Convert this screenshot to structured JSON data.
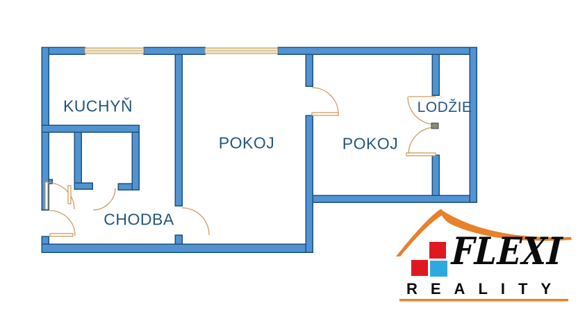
{
  "plan": {
    "type": "floor-plan",
    "rooms": [
      {
        "id": "kuchyn",
        "label": "KUCHYŇ"
      },
      {
        "id": "pokoj1",
        "label": "POKOJ"
      },
      {
        "id": "pokoj2",
        "label": "POKOJ"
      },
      {
        "id": "lodzie",
        "label": "LODŽIE"
      },
      {
        "id": "chodba",
        "label": "CHODBA"
      }
    ],
    "colors": {
      "wall_fill": "#5193d2",
      "wall_stroke": "#1c507c",
      "window_fill": "#f4e8c8",
      "window_stroke": "#ad8f52",
      "door_stroke": "#cf9a5d",
      "label_color": "#23577d"
    }
  },
  "logo": {
    "brand": "FLEXI",
    "subtitle": "REALITY",
    "icons": [
      "roof-swoosh-icon",
      "red-square-icon",
      "red-square-icon",
      "blue-square-icon"
    ],
    "colors": {
      "orange": "#e8812a",
      "red": "#e01921",
      "blue": "#2ea9e0",
      "text": "#0b0b0b"
    }
  }
}
